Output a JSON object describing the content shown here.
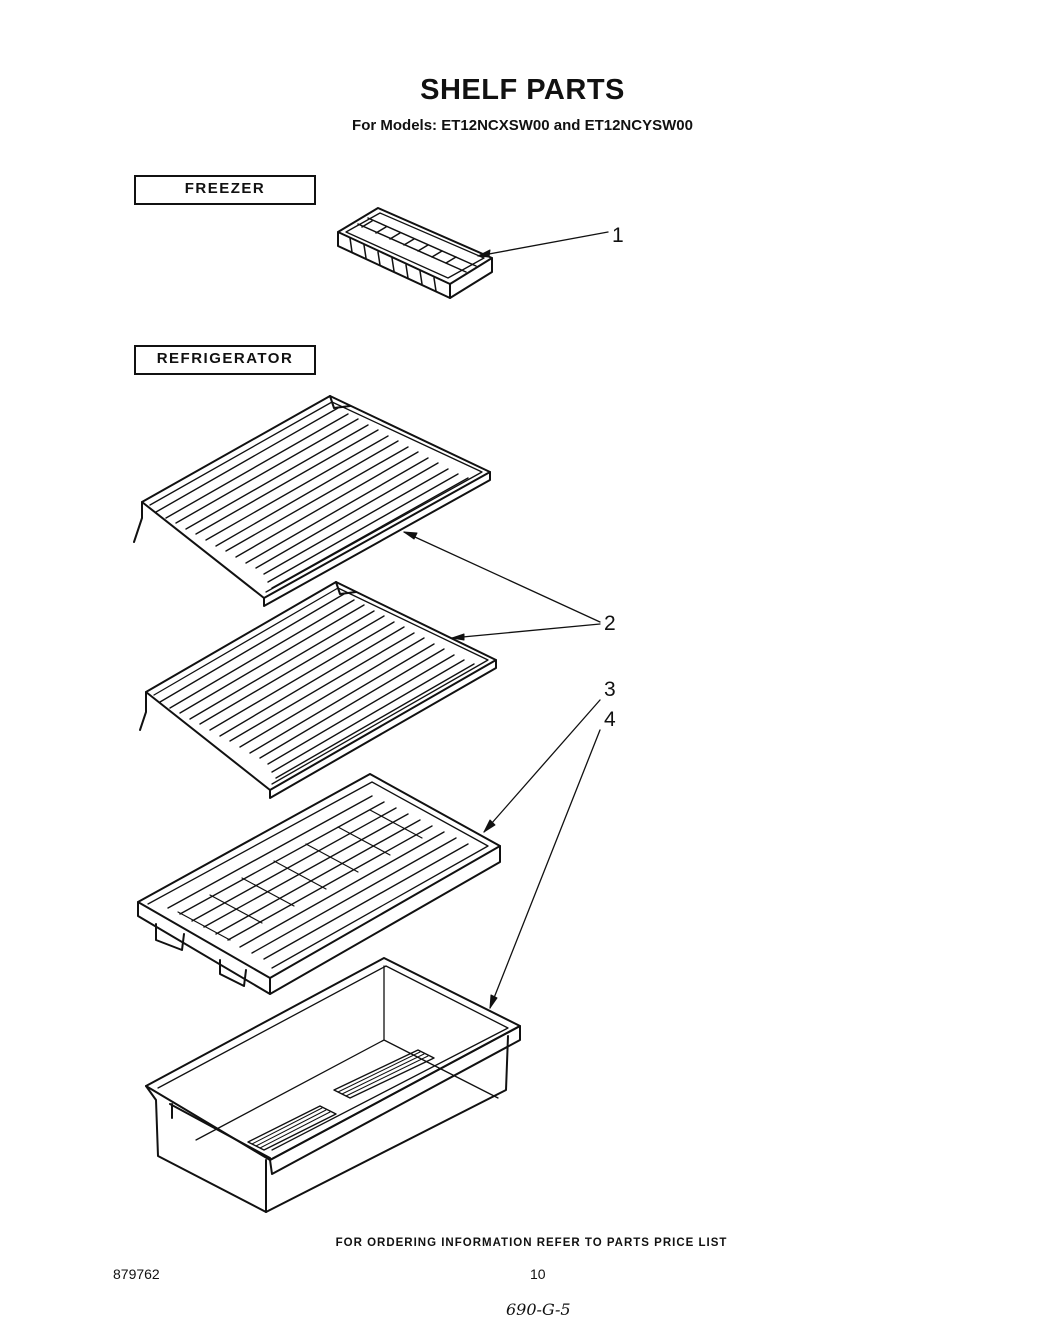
{
  "header": {
    "title": "SHELF PARTS",
    "subtitle": "For Models: ET12NCXSW00 and ET12NCYSW00"
  },
  "sections": {
    "freezer": "FREEZER",
    "refrigerator": "REFRIGERATOR"
  },
  "callouts": {
    "one": "1",
    "two": "2",
    "three": "3",
    "four": "4"
  },
  "footer": {
    "note": "FOR ORDERING INFORMATION REFER TO PARTS PRICE LIST",
    "part_number": "879762",
    "page_number": "10",
    "handwritten": "690-G-5"
  },
  "parts": [
    {
      "callout": "1",
      "name": "ice-cube-tray-icon"
    },
    {
      "callout": "2",
      "name": "wire-shelf-icon"
    },
    {
      "callout": "3",
      "name": "crisper-cover-shelf-icon"
    },
    {
      "callout": "4",
      "name": "crisper-pan-icon"
    }
  ]
}
